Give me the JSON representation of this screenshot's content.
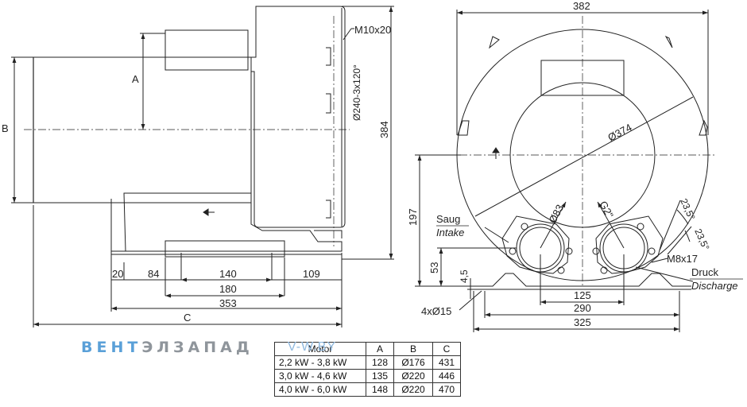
{
  "side_view": {
    "dims": {
      "a": "A",
      "b": "B",
      "c": "C",
      "h384": "384",
      "d240": "Ø240-3x120°",
      "m10": "M10x20",
      "d20": "20",
      "d84": "84",
      "d140": "140",
      "d109": "109",
      "d180": "180",
      "d353": "353"
    }
  },
  "front_view": {
    "dims": {
      "w382": "382",
      "d374": "Ø374",
      "d83": "Ø83",
      "g2": "G2\"",
      "a1": "23,5°",
      "a2": "23,5°",
      "h197": "197",
      "h53": "53",
      "h45": "4,5",
      "w125": "125",
      "w290": "290",
      "w325": "325",
      "holes": "4xØ15",
      "m8": "M8x17"
    },
    "labels": {
      "saug": "Saug",
      "intake": "Intake",
      "druck": "Druck",
      "discharge": "Discharge"
    }
  },
  "brand": {
    "part1": "ВЕНТ",
    "part2": "ЭЛЗАПАД",
    "watermark": "V-W.BY"
  },
  "spec_table": {
    "headers": [
      "Motor",
      "A",
      "B",
      "C"
    ],
    "rows": [
      [
        "2,2 kW - 3,8 kW",
        "128",
        "Ø176",
        "431"
      ],
      [
        "3,0 kW - 4,6 kW",
        "135",
        "Ø220",
        "446"
      ],
      [
        "4,0 kW - 6,0 kW",
        "148",
        "Ø220",
        "470"
      ]
    ]
  }
}
